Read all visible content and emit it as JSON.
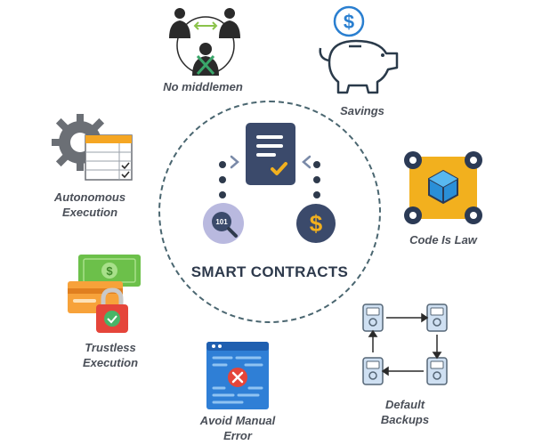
{
  "center": {
    "title": "SMART CONTRACTS"
  },
  "nodes": [
    {
      "id": "no-middlemen",
      "lines": [
        "No middlemen"
      ]
    },
    {
      "id": "savings",
      "lines": [
        "Savings"
      ]
    },
    {
      "id": "autonomous-execution",
      "lines": [
        "Autonomous",
        "Execution"
      ]
    },
    {
      "id": "code-is-law",
      "lines": [
        "Code Is Law"
      ]
    },
    {
      "id": "trustless-execution",
      "lines": [
        "Trustless",
        "Execution"
      ]
    },
    {
      "id": "avoid-manual-error",
      "lines": [
        "Avoid Manual",
        "Error"
      ]
    },
    {
      "id": "default-backups",
      "lines": [
        "Default",
        "Backups"
      ]
    }
  ],
  "icon_glyphs": {
    "binary": "101",
    "dollar": "$"
  },
  "colors": {
    "navy": "#3b4a6b",
    "ring": "#4a6670",
    "gold": "#f2b01e",
    "green": "#48b567",
    "red": "#e5453a",
    "blue": "#2f7fd6",
    "lavender": "#b9b9df"
  },
  "icons": {
    "no-middlemen": "people-network-icon",
    "savings": "piggy-bank-icon",
    "autonomous-execution": "gear-checklist-icon",
    "code-is-law": "blockchain-gears-icon",
    "trustless-execution": "money-lock-icon",
    "avoid-manual-error": "code-error-window-icon",
    "default-backups": "backup-drives-icon"
  }
}
